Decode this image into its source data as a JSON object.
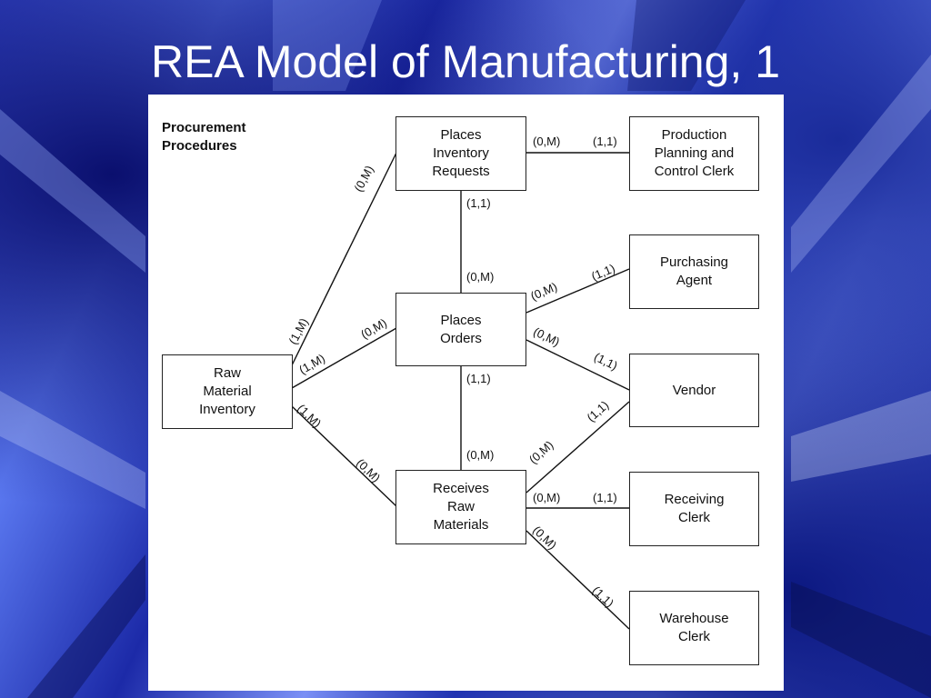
{
  "slide": {
    "title": "REA Model of Manufacturing, 1"
  },
  "diagram": {
    "heading": "Procurement\nProcedures",
    "entities": {
      "places_inventory_requests": "Places\nInventory\nRequests",
      "production_planning_clerk": "Production\nPlanning and\nControl Clerk",
      "purchasing_agent": "Purchasing\nAgent",
      "places_orders": "Places\nOrders",
      "raw_material_inventory": "Raw\nMaterial\nInventory",
      "vendor": "Vendor",
      "receives_raw_materials": "Receives\nRaw\nMaterials",
      "receiving_clerk": "Receiving\nClerk",
      "warehouse_clerk": "Warehouse\nClerk"
    },
    "cardinalities": {
      "pir_to_ppc": "(0,M)",
      "ppc_to_pir": "(1,1)",
      "pir_to_po": "(1,1)",
      "po_to_pir": "(0,M)",
      "rmi_to_pir_near_pir": "(0,M)",
      "rmi_to_pir_near_rmi": "(1,M)",
      "rmi_to_po_near_rmi": "(1,M)",
      "rmi_to_po_near_po": "(0,M)",
      "po_to_pa": "(0,M)",
      "pa_to_po": "(1,1)",
      "po_to_vendor": "(0,M)",
      "vendor_to_po": "(1,1)",
      "po_to_rrm": "(1,1)",
      "rrm_to_po": "(0,M)",
      "rmi_to_rrm_near_rmi": "(1,M)",
      "rmi_to_rrm_near_rrm": "(0,M)",
      "rrm_to_vendor": "(0,M)",
      "vendor_to_rrm": "(1,1)",
      "rrm_to_rc": "(0,M)",
      "rc_to_rrm": "(1,1)",
      "rrm_to_wc": "(0,M)",
      "wc_to_rrm": "(1,1)"
    }
  }
}
